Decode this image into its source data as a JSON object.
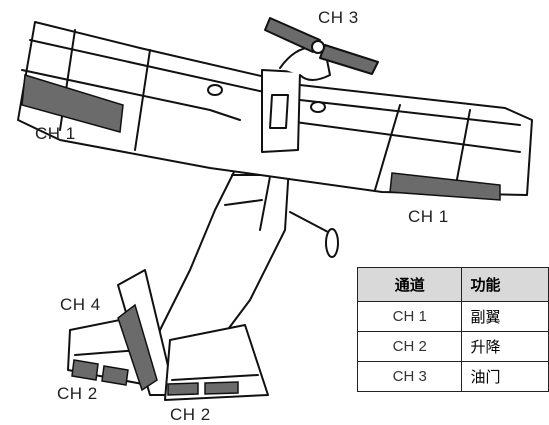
{
  "labels": {
    "ch3_prop": "CH 3",
    "ch1_left": "CH 1",
    "ch1_right": "CH 1",
    "ch4_rudder": "CH 4",
    "ch2_left": "CH 2",
    "ch2_right": "CH 2"
  },
  "table": {
    "headers": [
      "通道",
      "功能"
    ],
    "rows": [
      {
        "channel": "CH 1",
        "function": "副翼"
      },
      {
        "channel": "CH 2",
        "function": "升降"
      },
      {
        "channel": "CH 3",
        "function": "油门"
      }
    ]
  },
  "colors": {
    "control_surface": "#6b6b6b",
    "outline": "#111111",
    "header_bg": "#d9d9d9"
  }
}
